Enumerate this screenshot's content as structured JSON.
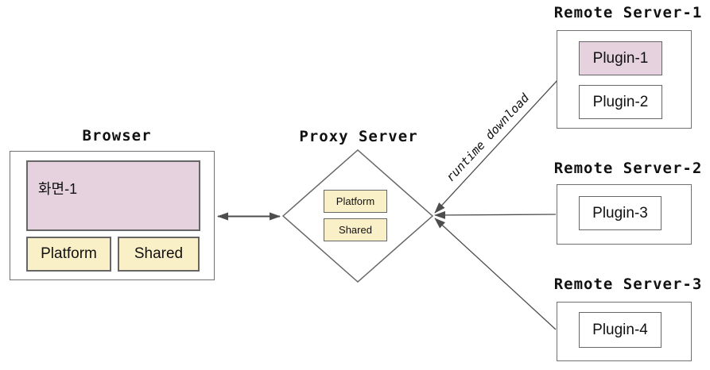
{
  "diagram": {
    "browser": {
      "title": "Browser",
      "screen": {
        "label": "화면-1"
      },
      "modules": {
        "platform": "Platform",
        "shared": "Shared"
      }
    },
    "proxy": {
      "title": "Proxy Server",
      "modules": {
        "platform": "Platform",
        "shared": "Shared"
      }
    },
    "remote_servers": [
      {
        "title": "Remote Server-1",
        "plugins": [
          {
            "label": "Plugin-1",
            "highlighted": true
          },
          {
            "label": "Plugin-2",
            "highlighted": false
          }
        ]
      },
      {
        "title": "Remote Server-2",
        "plugins": [
          {
            "label": "Plugin-3",
            "highlighted": false
          }
        ]
      },
      {
        "title": "Remote Server-3",
        "plugins": [
          {
            "label": "Plugin-4",
            "highlighted": false
          }
        ]
      }
    ],
    "edges": {
      "browser_proxy": "bidirectional",
      "download_label": "runtime download"
    },
    "colors": {
      "highlight_fill": "#e6d2de",
      "module_fill": "#faf0c8",
      "box_border": "#666666",
      "outer_border": "#707070",
      "connector": "#4d4d4d",
      "text": "#111111",
      "background": "#ffffff"
    }
  }
}
